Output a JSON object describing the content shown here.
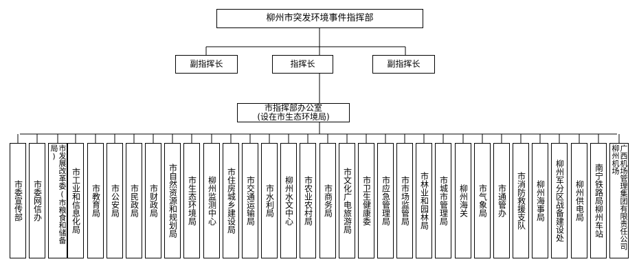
{
  "chart": {
    "top": "柳州市突发环境事件指挥部",
    "commanders": {
      "left": "副指挥长",
      "center": "指挥长",
      "right": "副指挥长"
    },
    "office": {
      "line1": "市指挥部办公室",
      "line2": "(设在市生态环境局)"
    },
    "members": [
      "市委宣传部",
      "市委网信办",
      "市发展改革委(市粮食和储备局)",
      "市工业和信息化局",
      "市教育局",
      "市公安局",
      "市民政局",
      "市财政局",
      "市自然资源和规划局",
      "市生态环境局",
      "柳州监测中心",
      "市住房城乡建设局",
      "市交通运输局",
      "市水利局",
      "柳州水文中心",
      "市农业农村局",
      "市商务局",
      "市文化广电旅游局",
      "市卫生健康委",
      "市应急管理局",
      "市市场监管局",
      "市林业和园林局",
      "市城市管理局",
      "柳州海关",
      "市气象局",
      "市通管办",
      "市消防救援支队",
      "柳州海事局",
      "柳州军分区战备建设处",
      "柳州供电局",
      "南宁铁路局柳州车站",
      "广西机场管理集团有限责任公司柳州机场"
    ]
  }
}
